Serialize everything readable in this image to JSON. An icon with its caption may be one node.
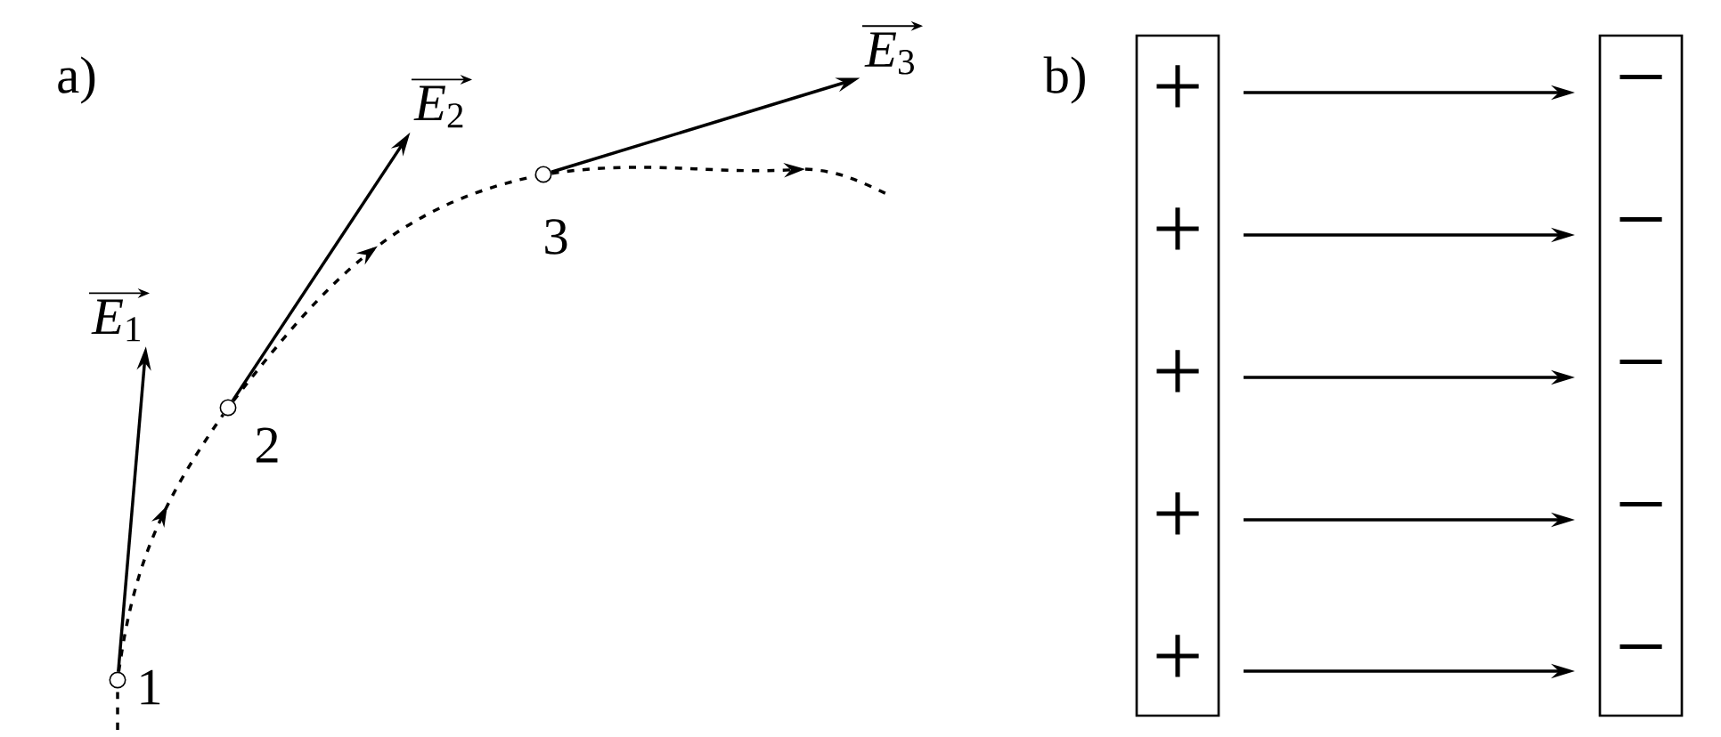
{
  "diagram": {
    "nodes": [
      {
        "text": [],
        "shape": "circle",
        "beside": [
          "1"
        ]
      },
      {
        "text": [],
        "shape": "circle",
        "beside": [
          "2"
        ]
      },
      {
        "text": [],
        "shape": "circle",
        "beside": [
          "3"
        ]
      },
      {
        "text": [
          "*E*$_{1}$"
        ]
      },
      {
        "text": [
          "*E*$_{2}$"
        ]
      },
      {
        "text": [
          "*E*$_{3}$"
        ]
      },
      {
        "text": [
          "+",
          "+",
          "+",
          "+",
          "+"
        ]
      },
      {
        "text": [
          "−",
          "−",
          "−",
          "−",
          "−"
        ]
      }
    ],
    "edges": [
      {
        "from": null,
        "to": 0,
        "arrow": "none",
        "style": "dashed"
      },
      {
        "from": 0,
        "to": 1,
        "arrow": "to",
        "style": "dashed"
      },
      {
        "from": 1,
        "to": 2,
        "arrow": "to",
        "style": "dashed"
      },
      {
        "from": 2,
        "to": null,
        "arrow": "to",
        "style": "dashed"
      },
      {
        "from": 0,
        "to": 3,
        "arrow": "to"
      },
      {
        "from": 1,
        "to": 4,
        "arrow": "to"
      },
      {
        "from": 2,
        "to": 5,
        "arrow": "to"
      },
      {
        "from": 6,
        "to": 7,
        "arrow": "to"
      },
      {
        "from": 6,
        "to": 7,
        "arrow": "to"
      },
      {
        "from": 6,
        "to": 7,
        "arrow": "to"
      },
      {
        "from": 6,
        "to": 7,
        "arrow": "to"
      },
      {
        "from": 6,
        "to": 7,
        "arrow": "to"
      }
    ],
    "labels": [
      "a)",
      "b)"
    ]
  }
}
